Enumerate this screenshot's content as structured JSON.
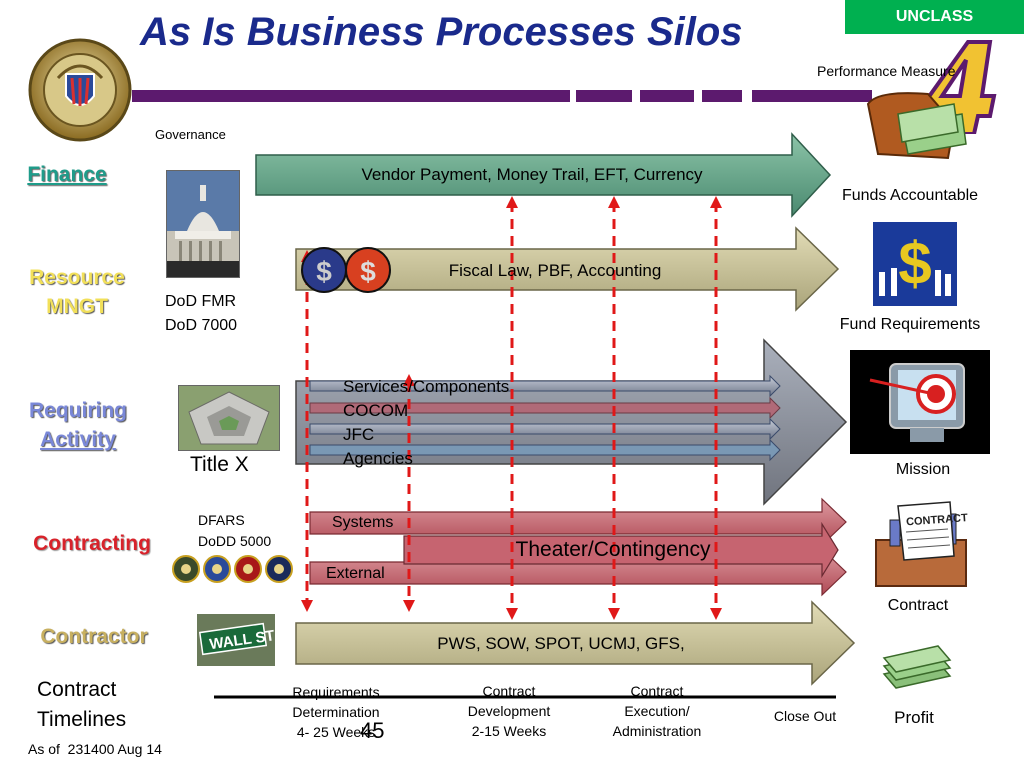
{
  "badge": "UNCLASS",
  "title": "As Is Business Processes Silos",
  "performance_measure": "Performance Measure",
  "governance": "Governance",
  "lanes": {
    "finance": "Finance",
    "resource_1": "Resource",
    "resource_2": "MNGT",
    "requiring_1": "Requiring",
    "requiring_2": "Activity",
    "contracting": "Contracting",
    "contractor": "Contractor"
  },
  "arrows": {
    "finance": "Vendor Payment, Money Trail, EFT, Currency",
    "resource": "Fiscal Law, PBF, Accounting",
    "requiring": [
      "Services/Components",
      "COCOM",
      "JFC",
      "Agencies"
    ],
    "systems": "Systems",
    "theater": "Theater/Contingency",
    "external": "External",
    "contractor": "PWS, SOW, SPOT, UCMJ, GFS,"
  },
  "governance_refs": {
    "dod_fmr": "DoD FMR",
    "dod_7000": "DoD 7000",
    "title_x": "Title X",
    "dfars": "DFARS",
    "dodd_5000": "DoDD 5000"
  },
  "outcomes": {
    "funds_accountable": "Funds Accountable",
    "fund_requirements": "Fund Requirements",
    "mission": "Mission",
    "contract": "Contract",
    "profit": "Profit"
  },
  "timeline": {
    "label_1": "Contract",
    "label_2": "Timelines",
    "phases": [
      {
        "l1": "Requirements",
        "l2": "Determination",
        "l3": "4- 25 Weeks"
      },
      {
        "l1": "Contract",
        "l2": "Development",
        "l3": "2-15 Weeks"
      },
      {
        "l1": "Contract",
        "l2": "Execution/",
        "l3": "Administration"
      },
      {
        "l1": "Close Out",
        "l2": "",
        "l3": ""
      }
    ],
    "page_number": "45"
  },
  "footer": "As of  231400 Aug 14",
  "colors": {
    "title": "#1a2a8c",
    "finance_arrow": "#5d9e84",
    "resource_arrow": "#c7c29a",
    "requiring_arrow": "#8a8e9a",
    "contracting_arrow": "#c0606a",
    "contractor_arrow": "#c7c29a",
    "dashed": "#e01818",
    "purple_bar": "#5c1a6e"
  }
}
